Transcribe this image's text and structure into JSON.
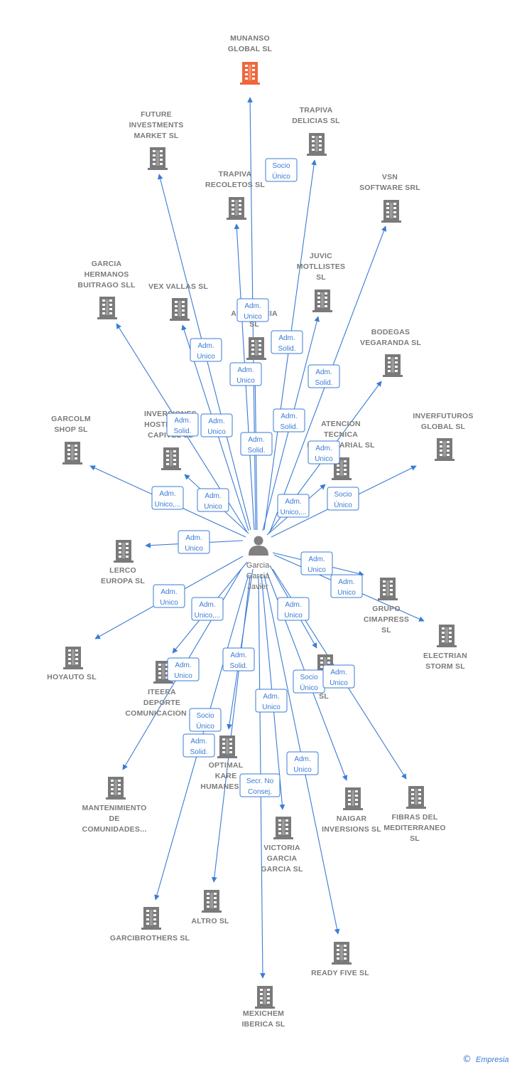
{
  "colors": {
    "edge": "#3a7bd5",
    "company": "#7a7a7a",
    "focus": "#f0663a",
    "person": "#808080"
  },
  "person": {
    "lines": [
      "Garcia",
      "Garcia",
      "Javier"
    ],
    "icon": "person-icon"
  },
  "companies": [
    {
      "id": "munanso",
      "lines": [
        "MUNANSO",
        "GLOBAL  SL"
      ],
      "highlight": true,
      "icon": "building-icon"
    },
    {
      "id": "future",
      "lines": [
        "FUTURE",
        "INVESTMENTS",
        "MARKET  SL"
      ],
      "icon": "building-icon"
    },
    {
      "id": "trapiva-delicias",
      "lines": [
        "TRAPIVA",
        "DELICIAS SL"
      ],
      "icon": "building-icon"
    },
    {
      "id": "trapiva-recoletos",
      "lines": [
        "TRAPIVA",
        "RECOLETOS SL"
      ],
      "icon": "building-icon"
    },
    {
      "id": "vsn",
      "lines": [
        "VSN",
        "SOFTWARE SRL"
      ],
      "icon": "building-icon"
    },
    {
      "id": "garcia-hermanos",
      "lines": [
        "GARCIA",
        "HERMANOS",
        "BUITRAGO  SLL"
      ],
      "icon": "building-icon"
    },
    {
      "id": "vex",
      "lines": [
        "VEX VALLAS SL"
      ],
      "icon": "building-icon"
    },
    {
      "id": "juvic",
      "lines": [
        "JUVIC",
        "MOTLLISTES",
        "SL"
      ],
      "icon": "building-icon"
    },
    {
      "id": "asistencia",
      "lines": [
        "ASISTENCIA",
        "SL"
      ],
      "icon": "building-icon"
    },
    {
      "id": "bodegas",
      "lines": [
        "BODEGAS",
        "VEGARANDA SL"
      ],
      "icon": "building-icon"
    },
    {
      "id": "garcolm",
      "lines": [
        "GARCOLM",
        "SHOP  SL"
      ],
      "icon": "building-icon"
    },
    {
      "id": "inver-host",
      "lines": [
        "INVERSIONES",
        "HOSTELERAS",
        "CAPIVEL SL"
      ],
      "icon": "building-icon"
    },
    {
      "id": "atencion",
      "lines": [
        "ATENCION",
        "TECNICA",
        "EMPRESARIAL SL"
      ],
      "icon": "building-icon"
    },
    {
      "id": "inverfuturos",
      "lines": [
        "INVERFUTUROS",
        "GLOBAL  SL"
      ],
      "icon": "building-icon"
    },
    {
      "id": "lerco",
      "lines": [
        "LERCO",
        "EUROPA  SL"
      ],
      "icon": "building-icon"
    },
    {
      "id": "grupo-cimapress",
      "lines": [
        "GRUPO",
        "CIMAPRESS",
        "SL"
      ],
      "icon": "building-icon"
    },
    {
      "id": "electrian",
      "lines": [
        "ELECTRIAN",
        "STORM  SL"
      ],
      "icon": "building-icon"
    },
    {
      "id": "hoyauto",
      "lines": [
        "HOYAUTO SL"
      ],
      "icon": "building-icon"
    },
    {
      "id": "iteera",
      "lines": [
        "ITEERA",
        "DEPORTE",
        "COMUNICACION SL"
      ],
      "icon": "building-icon"
    },
    {
      "id": "inmo-toland",
      "lines": [
        "INMO TOLAND",
        "SL"
      ],
      "icon": "building-icon"
    },
    {
      "id": "optimal",
      "lines": [
        "OPTIMAL",
        "KARE",
        "HUMANES SL"
      ],
      "icon": "building-icon"
    },
    {
      "id": "mantenimiento",
      "lines": [
        "MANTENIMIENTO",
        "DE",
        "COMUNIDADES..."
      ],
      "icon": "building-icon"
    },
    {
      "id": "naigar",
      "lines": [
        "NAIGAR",
        "INVERSIONS SL"
      ],
      "icon": "building-icon"
    },
    {
      "id": "fibras",
      "lines": [
        "FIBRAS DEL",
        "MEDITERRANEO",
        "SL"
      ],
      "icon": "building-icon"
    },
    {
      "id": "victoria",
      "lines": [
        "VICTORIA",
        "GARCIA",
        "GARCIA SL"
      ],
      "icon": "building-icon"
    },
    {
      "id": "garcibrothers",
      "lines": [
        "GARCIBROTHERS SL"
      ],
      "icon": "building-icon"
    },
    {
      "id": "altro",
      "lines": [
        "ALTRO  SL"
      ],
      "icon": "building-icon"
    },
    {
      "id": "ready-five",
      "lines": [
        "READY FIVE SL"
      ],
      "icon": "building-icon"
    },
    {
      "id": "mexichem",
      "lines": [
        "MEXICHEM",
        "IBERICA  SL"
      ],
      "icon": "building-icon"
    }
  ],
  "relations": [
    {
      "to": "munanso",
      "lines": [
        "Socio",
        "Único"
      ]
    },
    {
      "to": "future",
      "lines": [
        "Adm.",
        "Unico"
      ]
    },
    {
      "to": "trapiva-delicias",
      "lines": [
        "Adm.",
        "Unico"
      ]
    },
    {
      "to": "trapiva-recoletos",
      "lines": [
        "Adm.",
        "Unico"
      ]
    },
    {
      "to": "vsn",
      "lines": [
        "Adm.",
        "Solid."
      ]
    },
    {
      "to": "garcia-hermanos",
      "lines": [
        "Adm.",
        "Solid."
      ]
    },
    {
      "to": "vex",
      "lines": [
        "Adm.",
        "Unico"
      ]
    },
    {
      "to": "juvic",
      "lines": [
        "Adm.",
        "Solid."
      ]
    },
    {
      "to": "asistencia",
      "lines": [
        "Adm.",
        "Solid."
      ]
    },
    {
      "to": "bodegas",
      "lines": [
        "Adm.",
        "Solid."
      ]
    },
    {
      "to": "garcolm",
      "lines": [
        "Adm.",
        "Unico,..."
      ]
    },
    {
      "to": "inver-host",
      "lines": [
        "Adm.",
        "Unico"
      ]
    },
    {
      "to": "atencion",
      "lines": [
        "Adm.",
        "Unico,..."
      ]
    },
    {
      "to": "inverfuturos",
      "lines": [
        "Adm.",
        "Unico"
      ]
    },
    {
      "to": "lerco",
      "lines": [
        "Socio",
        "Único"
      ]
    },
    {
      "to": "grupo-cimapress",
      "lines": [
        "Adm.",
        "Unico"
      ]
    },
    {
      "to": "electrian",
      "lines": [
        "Adm.",
        "Unico"
      ]
    },
    {
      "to": "hoyauto",
      "lines": [
        "Adm.",
        "Unico"
      ]
    },
    {
      "to": "iteera",
      "lines": [
        "Adm.",
        "Unico"
      ]
    },
    {
      "to": "inmo-toland",
      "lines": [
        "Adm.",
        "Unico,..."
      ]
    },
    {
      "to": "optimal",
      "lines": [
        "Adm.",
        "Unico"
      ]
    },
    {
      "to": "mantenimiento",
      "lines": [
        "Adm.",
        "Solid."
      ]
    },
    {
      "to": "naigar",
      "lines": [
        "Adm.",
        "Unico"
      ]
    },
    {
      "to": "fibras",
      "lines": [
        "Socio",
        "Único"
      ]
    },
    {
      "to": "victoria",
      "lines": [
        "Adm.",
        "Unico"
      ]
    },
    {
      "to": "garcibrothers",
      "lines": [
        "Adm.",
        "Unico"
      ]
    },
    {
      "to": "altro",
      "lines": [
        "Adm.",
        "Solid."
      ]
    },
    {
      "to": "altro",
      "lines": [
        "Socio",
        "Único"
      ]
    },
    {
      "to": "ready-five",
      "lines": [
        "Adm.",
        "Unico"
      ]
    },
    {
      "to": "mexichem",
      "lines": [
        "Secr.  No",
        "Consej."
      ]
    }
  ],
  "footer": {
    "copyright": "©",
    "brand": "Empresia"
  }
}
